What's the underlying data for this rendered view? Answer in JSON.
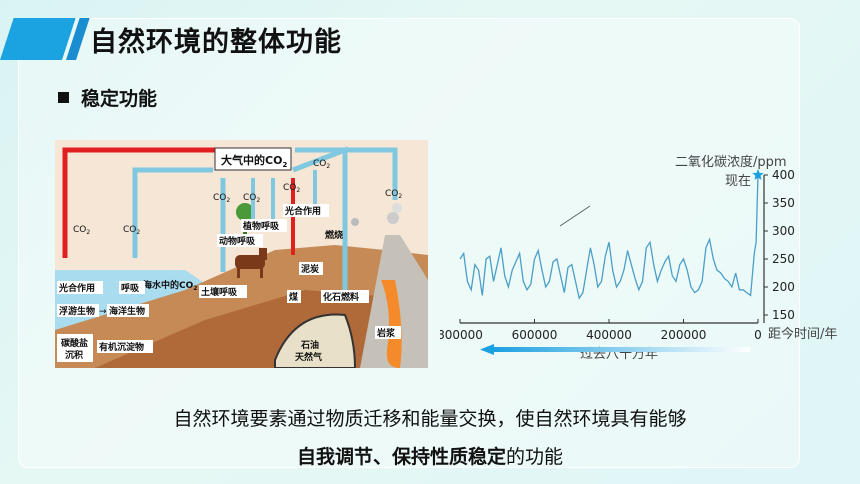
{
  "header": {
    "title": "自然环境的整体功能"
  },
  "section": {
    "subtitle": "稳定功能"
  },
  "diagram": {
    "atmosphere": "大气中的CO",
    "atmosphere_sub": "2",
    "co2_main": "CO",
    "co2_sub": "2",
    "photosynthesis": "光合作用",
    "plant_respiration": "植物呼吸",
    "animal_respiration": "动物呼吸",
    "combustion": "燃烧",
    "peat": "泥炭",
    "coal": "煤",
    "fossil_fuel": "化石燃料",
    "soil_respiration": "土壤呼吸",
    "ocean_co2": "海水中的CO",
    "ocean_photosynthesis": "光合作用",
    "respiration": "呼吸",
    "plankton": "浮游生物",
    "marine_life": "海洋生物",
    "carbonate": "碳酸盐",
    "sediment": "沉积",
    "organic_sediment": "有机沉淀物",
    "oil": "石油",
    "natural_gas": "天然气",
    "magma": "岩浆"
  },
  "chart_data": {
    "type": "line",
    "ylabel": "二氧化碳浓度/ppm",
    "xlabel": "距今时间/年",
    "now_label": "现在",
    "bottom_label": "过去八十万年",
    "x_ticks": [
      "800000",
      "600000",
      "400000",
      "200000",
      "0"
    ],
    "y_ticks": [
      "150",
      "200",
      "250",
      "300",
      "350",
      "400"
    ],
    "xlim": [
      800000,
      0
    ],
    "ylim": [
      150,
      400
    ],
    "x": [
      800000,
      790000,
      780000,
      770000,
      760000,
      750000,
      740000,
      730000,
      720000,
      710000,
      700000,
      690000,
      680000,
      670000,
      660000,
      650000,
      640000,
      630000,
      620000,
      610000,
      600000,
      590000,
      580000,
      570000,
      560000,
      550000,
      540000,
      530000,
      520000,
      510000,
      500000,
      490000,
      480000,
      470000,
      460000,
      450000,
      440000,
      430000,
      420000,
      410000,
      400000,
      390000,
      380000,
      370000,
      360000,
      350000,
      340000,
      330000,
      320000,
      310000,
      300000,
      290000,
      280000,
      270000,
      260000,
      250000,
      240000,
      230000,
      220000,
      210000,
      200000,
      190000,
      180000,
      170000,
      160000,
      150000,
      140000,
      130000,
      120000,
      110000,
      100000,
      90000,
      80000,
      70000,
      60000,
      50000,
      40000,
      30000,
      20000,
      10000,
      5000,
      0
    ],
    "y": [
      250,
      260,
      210,
      195,
      240,
      230,
      185,
      250,
      255,
      210,
      240,
      270,
      220,
      200,
      230,
      245,
      260,
      210,
      195,
      205,
      250,
      265,
      230,
      200,
      210,
      245,
      250,
      220,
      190,
      235,
      240,
      210,
      180,
      190,
      230,
      270,
      240,
      200,
      210,
      255,
      280,
      230,
      200,
      210,
      230,
      265,
      240,
      215,
      195,
      210,
      270,
      280,
      240,
      210,
      230,
      245,
      255,
      220,
      210,
      240,
      250,
      230,
      200,
      190,
      195,
      210,
      270,
      285,
      250,
      230,
      225,
      215,
      210,
      200,
      225,
      195,
      195,
      190,
      185,
      260,
      280,
      400
    ]
  },
  "text": {
    "line1": "自然环境要素通过物质迁移和能量交换，使自然环境具有能够",
    "line2_bold": "自我调节、保持性质稳定",
    "line2_rest": "的功能"
  }
}
